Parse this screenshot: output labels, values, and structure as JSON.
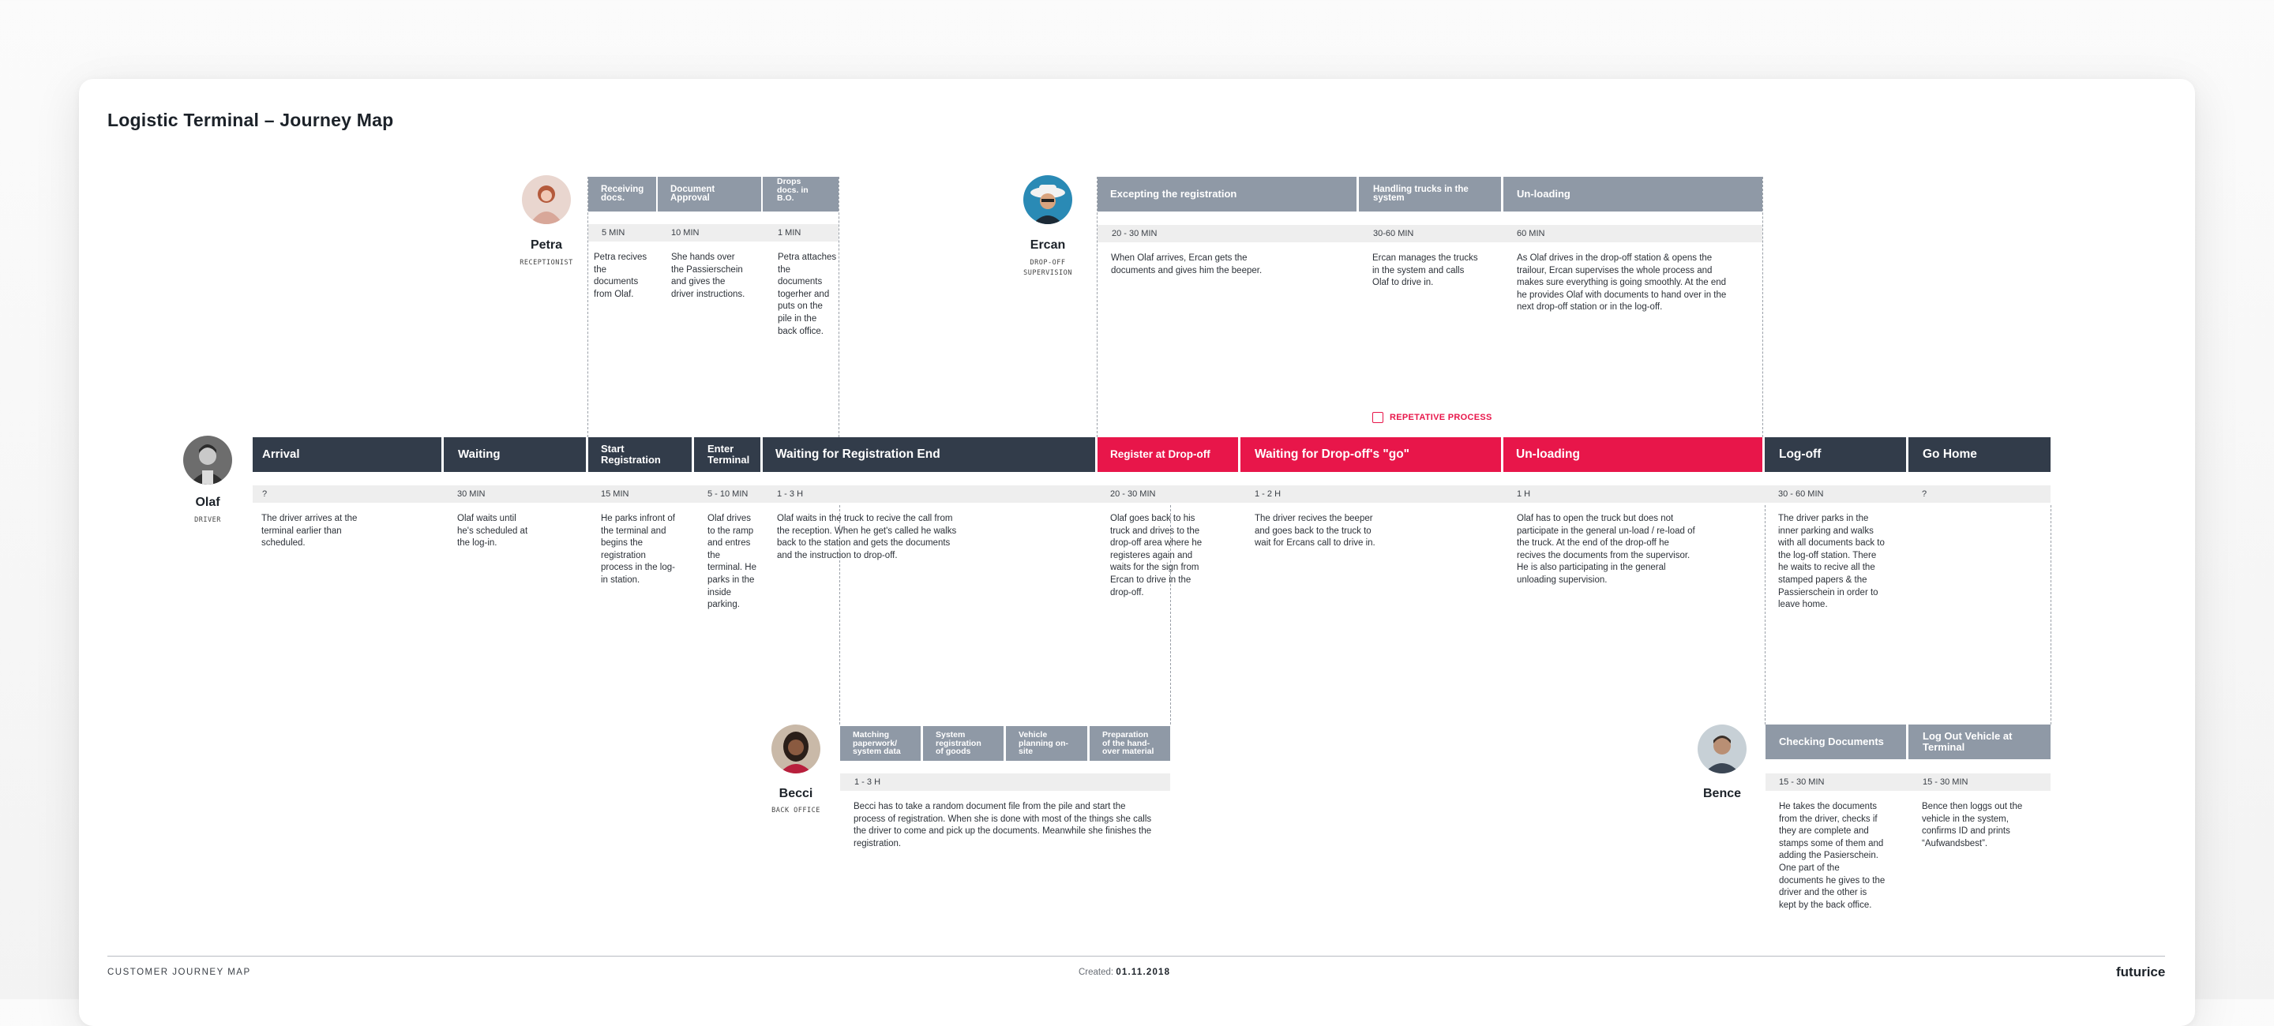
{
  "title": "Logistic Terminal – Journey Map",
  "repetative": "REPETATIVE PROCESS",
  "colors": {
    "dark": "#323c4a",
    "red": "#e8164a",
    "gray": "#8f99a6",
    "band": "#eeeeee"
  },
  "people": {
    "petra": {
      "name": "Petra",
      "role": "RECEPTIONIST"
    },
    "ercan": {
      "name": "Ercan",
      "role": "DROP-OFF SUPERVISION"
    },
    "olaf": {
      "name": "Olaf",
      "role": "DRIVER"
    },
    "becci": {
      "name": "Becci",
      "role": "BACK OFFICE"
    },
    "bence": {
      "name": "Bence",
      "role": ""
    }
  },
  "petra_steps": [
    {
      "label": "Receiving docs.",
      "dur": "5 MIN",
      "desc": "Petra recives the documents from Olaf."
    },
    {
      "label": "Document Approval",
      "dur": "10 MIN",
      "desc": "She hands over the Passierschein and gives the driver instructions."
    },
    {
      "label": "Drops docs. in B.O.",
      "dur": "1 MIN",
      "desc": "Petra attaches the documents togerher and puts on the pile in the back office."
    }
  ],
  "ercan_steps": [
    {
      "label": "Excepting the registration",
      "dur": "20 - 30 MIN",
      "desc": "When Olaf arrives, Ercan gets the documents and gives him the beeper."
    },
    {
      "label": "Handling trucks in the system",
      "dur": "30-60 MIN",
      "desc": "Ercan manages the trucks in the system and calls Olaf to drive in."
    },
    {
      "label": "Un-loading",
      "dur": "60 MIN",
      "desc": "As Olaf drives in the drop-off station & opens the trailour, Ercan supervises the whole process and makes sure everything is going smoothly. At the end he provides Olaf with documents to hand over in the next drop-off station or in the log-off."
    }
  ],
  "olaf_steps": [
    {
      "label": "Arrival",
      "dur": "?",
      "desc": "The driver arrives at the terminal earlier than scheduled."
    },
    {
      "label": "Waiting",
      "dur": "30 MIN",
      "desc": "Olaf waits until he's scheduled at the log-in."
    },
    {
      "label": "Start Registration",
      "dur": "15 MIN",
      "desc": "He parks infront of the terminal and begins the registration process in the log-in station."
    },
    {
      "label": "Enter Terminal",
      "dur": "5 - 10 MIN",
      "desc": "Olaf drives to the ramp and entres the terminal. He parks in the inside parking."
    },
    {
      "label": "Waiting for Registration End",
      "dur": "1 - 3 H",
      "desc": "Olaf waits in the truck to recive the call from the reception. When he get's called he walks back to the station and gets the documents and the instruction to drop-off."
    },
    {
      "label": "Register at Drop-off",
      "dur": "20 - 30 MIN",
      "desc": "Olaf goes back to his truck and drives to the drop-off area where he registeres again and waits for the sign from Ercan to drive in the drop-off."
    },
    {
      "label": "Waiting for Drop-off's \"go\"",
      "dur": "1 - 2 H",
      "desc": "The driver recives the beeper and goes back to the truck to wait for Ercans call to drive in."
    },
    {
      "label": "Un-loading",
      "dur": "1 H",
      "desc": "Olaf has to open the truck but does not participate in the general un-load / re-load of the truck. At the end of the drop-off he recives the documents from the supervisor. He is also participating in the general unloading supervision."
    },
    {
      "label": "Log-off",
      "dur": "30 - 60 MIN",
      "desc": "The driver parks in the inner parking and walks with all documents back to the log-off station. There he waits to recive all the stamped papers & the Passierschein in order to leave home."
    },
    {
      "label": "Go Home",
      "dur": "?",
      "desc": ""
    }
  ],
  "becci_steps": [
    {
      "label": "Matching paperwork/ system data"
    },
    {
      "label": "System registration of goods"
    },
    {
      "label": "Vehicle planning on-site"
    },
    {
      "label": "Preparation of the hand-over material"
    }
  ],
  "becci_dur": "1 - 3 H",
  "becci_desc": "Becci has to take a random document file from the pile and start the process of registration.  When she is done with most of the things she calls the driver to come and pick up the documents. Meanwhile she finishes the registration.",
  "bence_steps": [
    {
      "label": "Checking Documents",
      "dur": "15 - 30 MIN",
      "desc": "He takes the documents from the driver, checks if they are complete and stamps some of them and adding the Pasierschein. One part of the documents he gives to the driver and the other is kept by the back office."
    },
    {
      "label": "Log Out Vehicle at Terminal",
      "dur": "15 - 30 MIN",
      "desc": "Bence then loggs out the vehicle in the system, confirms ID and prints “Aufwandsbest”."
    }
  ],
  "footer": {
    "left": "CUSTOMER JOURNEY MAP",
    "created_label": "Created:",
    "created_date": "01.11.2018",
    "brand": "futurice"
  }
}
